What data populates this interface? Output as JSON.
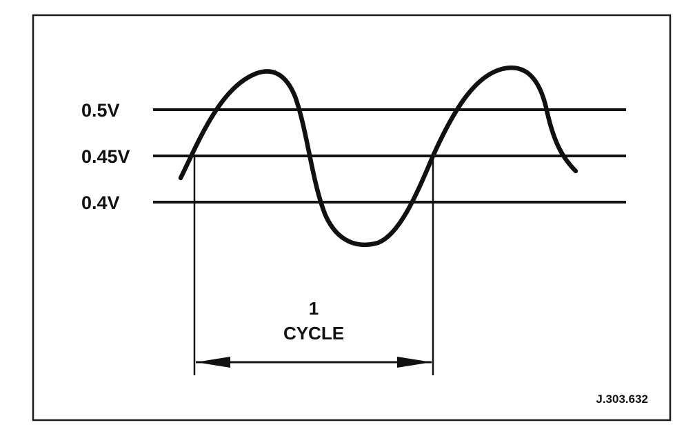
{
  "levels": [
    {
      "label": "0.5V",
      "volts": 0.5
    },
    {
      "label": "0.45V",
      "volts": 0.45
    },
    {
      "label": "0.4V",
      "volts": 0.4
    }
  ],
  "cycle": {
    "number": "1",
    "label": "CYCLE"
  },
  "reference": "J.303.632",
  "colors": {
    "ink": "#111111",
    "frame": "#1a1a1a",
    "background": "#ffffff"
  }
}
